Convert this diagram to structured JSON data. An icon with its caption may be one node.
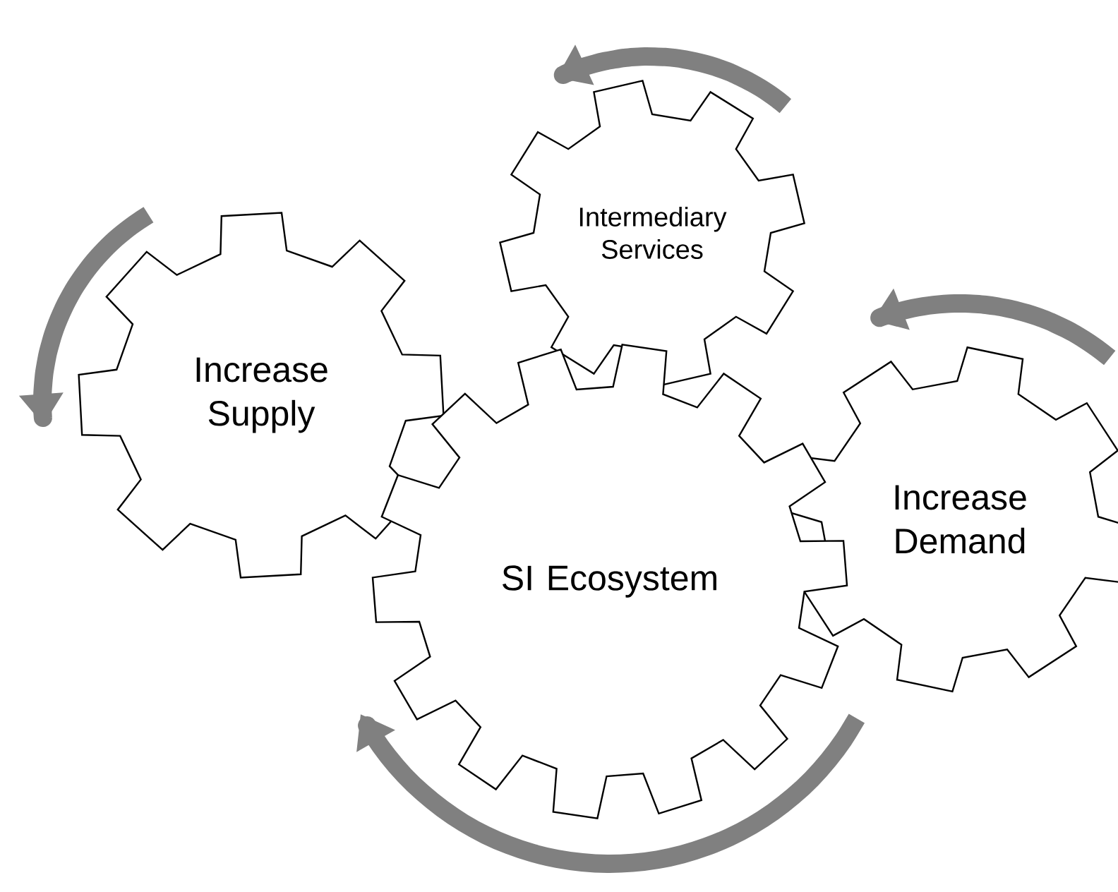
{
  "diagram": {
    "nodes": [
      {
        "text": [
          "Intermediary Services"
        ]
      },
      {
        "text": [
          "Increase Supply"
        ]
      },
      {
        "text": [
          "SI Ecosystem"
        ]
      },
      {
        "text": [
          "Increase Demand"
        ]
      }
    ]
  }
}
